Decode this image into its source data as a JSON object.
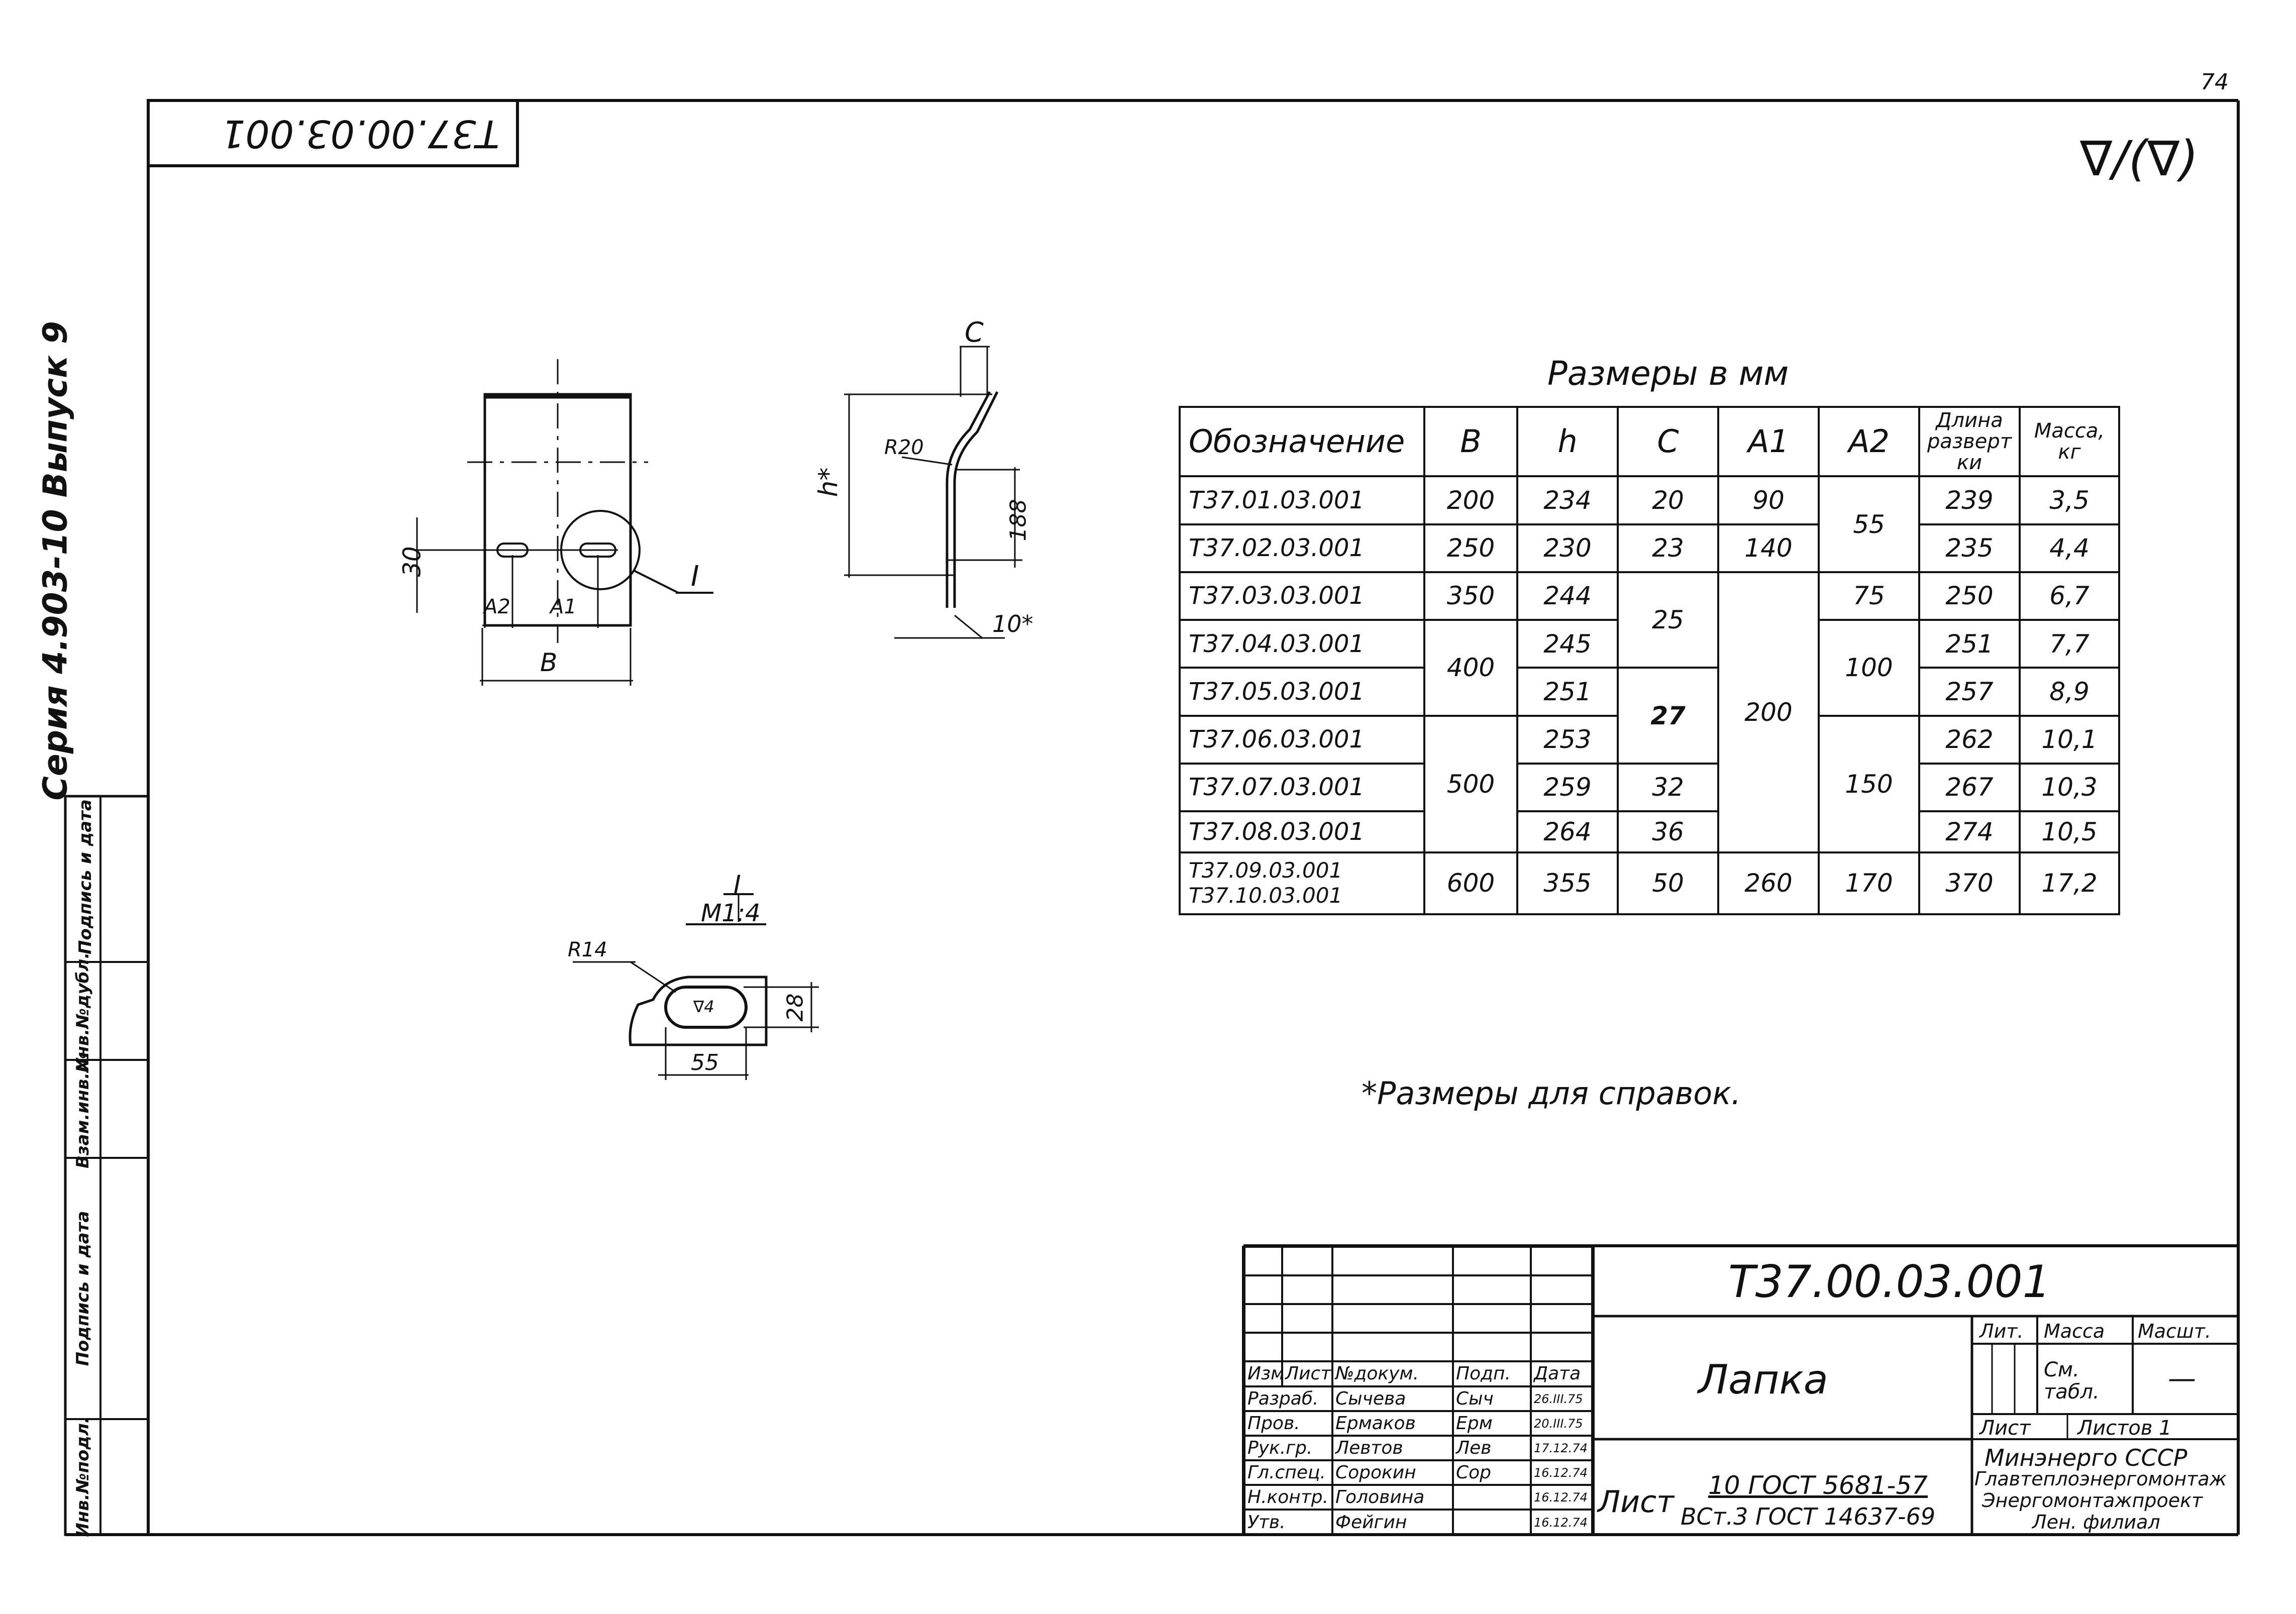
{
  "sheet": {
    "page_number": "74",
    "stamp_code_rotated": "Т37.00.03.001",
    "series": "Серия 4.903-10 Выпуск 9",
    "roughness": "∇/(∇)"
  },
  "left_strip": {
    "labels": [
      "Инв.№подл.",
      "Подпись и дата",
      "Взам.инв.№",
      "Инв.№дубл.",
      "Подпись и дата"
    ]
  },
  "drawing": {
    "plate_view": {
      "dim_30": "30",
      "dim_a2": "А2",
      "dim_a1": "А1",
      "dim_b": "В",
      "callout": "I"
    },
    "side_view": {
      "dim_c": "С",
      "dim_r20": "R20",
      "dim_h": "h*",
      "dim_188": "188",
      "dim_10": "10*"
    },
    "detail": {
      "title": "I",
      "scale": "М1:4",
      "dim_r14": "R14",
      "dim_28": "28",
      "dim_55": "55",
      "roughness_mark": "∇4"
    }
  },
  "table": {
    "title": "Размеры в мм",
    "headers": {
      "designation": "Обозначение",
      "b": "В",
      "h": "h",
      "c": "С",
      "a1": "А1",
      "a2": "А2",
      "length_l1": "Длина",
      "length_l2": "разверт",
      "length_l3": "ки",
      "mass_l1": "Масса,",
      "mass_l2": "кг"
    },
    "designations": [
      "Т37.01.03.001",
      "Т37.02.03.001",
      "Т37.03.03.001",
      "Т37.04.03.001",
      "Т37.05.03.001",
      "Т37.06.03.001",
      "Т37.07.03.001",
      "Т37.08.03.001",
      "Т37.09.03.001",
      "Т37.10.03.001"
    ],
    "b_values": [
      "200",
      "250",
      "350",
      "400",
      "500",
      "600"
    ],
    "h_values": [
      "234",
      "230",
      "244",
      "245",
      "251",
      "253",
      "259",
      "264",
      "355"
    ],
    "c_values": [
      "20",
      "23",
      "25",
      "27",
      "32",
      "36",
      "50"
    ],
    "a1_values": [
      "90",
      "140",
      "200",
      "260"
    ],
    "a2_values": [
      "55",
      "75",
      "100",
      "150",
      "170"
    ],
    "length_values": [
      "239",
      "235",
      "250",
      "251",
      "257",
      "262",
      "267",
      "274",
      "370"
    ],
    "mass_values": [
      "3,5",
      "4,4",
      "6,7",
      "7,7",
      "8,9",
      "10,1",
      "10,3",
      "10,5",
      "17,2"
    ]
  },
  "note": "*Размеры для справок.",
  "title_block": {
    "doc_code": "Т37.00.03.001",
    "part_name": "Лапка",
    "col_headers": [
      "Изм",
      "Лист",
      "№докум.",
      "Подп.",
      "Дата"
    ],
    "roles": [
      "Разраб.",
      "Пров.",
      "Рук.гр.",
      "Гл.спец.",
      "Н.контр.",
      "Утв."
    ],
    "names": [
      "Сычева",
      "Ермаков",
      "Левтов",
      "Сорокин",
      "Головина",
      "Фейгин"
    ],
    "sign": [
      "Сыч",
      "Ерм",
      "Лев",
      "Сор",
      "",
      ""
    ],
    "dates": [
      "26.III.75",
      "20.III.75",
      "17.12.74",
      "16.12.74",
      "16.12.74",
      "16.12.74"
    ],
    "lit_label": "Лит.",
    "mass_label": "Масса",
    "scale_label": "Масшт.",
    "mass_value": "См. табл.",
    "scale_value": "—",
    "sheet_label": "Лист",
    "sheets_label": "Листов 1",
    "material_label": "Лист",
    "material_line1": "10 ГОСТ 5681-57",
    "material_line2": "ВСт.3 ГОСТ 14637-69",
    "org_line1": "Минэнерго СССР",
    "org_line2": "Главтеплоэнергомонтаж",
    "org_line3": "Энергомонтажпроект",
    "org_line4": "Лен. филиал"
  }
}
